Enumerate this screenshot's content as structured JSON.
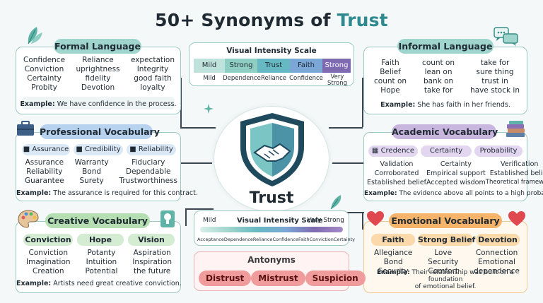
{
  "title": {
    "main": "50+ Synonyms of ",
    "accent": "Trust"
  },
  "center": {
    "word": "Trust"
  },
  "scale_top": {
    "title": "Visual Intensity Scale",
    "segments": [
      "Mild",
      "Strong",
      "Trust",
      "Faith",
      "Strong"
    ],
    "labels": [
      "Mild",
      "Dependence",
      "Reliance",
      "Confidence",
      "Very Strong"
    ]
  },
  "scale_bottom": {
    "title": "Visual Intensity Scale",
    "left": "Mild",
    "right": "Very Strong",
    "labels": [
      "Acceptance",
      "Dependence",
      "Reliance",
      "Confidence",
      "Faith",
      "Conviction",
      "Certainty"
    ]
  },
  "antonyms": {
    "title": "Antonyms",
    "items": [
      "Distrust",
      "Mistrust",
      "Suspicion"
    ]
  },
  "formal": {
    "title": "Formal Language",
    "cols": [
      [
        "Confidence",
        "Conviction",
        "Certainty",
        "Probity"
      ],
      [
        "Reliance",
        "uprightness",
        "fidelity",
        "Devotion"
      ],
      [
        "expectation",
        "Integrity",
        "good faith",
        "loyalty"
      ]
    ],
    "ex_label": "Example:",
    "ex_text": " We have confidence in the process."
  },
  "informal": {
    "title": "Informal Language",
    "cols": [
      [
        "Faith",
        "Belief",
        "count on",
        "Hope"
      ],
      [
        "count on",
        "lean on",
        "bank on",
        "take for"
      ],
      [
        "take for",
        "sure thing",
        "trust in",
        "have stock in"
      ]
    ],
    "ex_label": "Example:",
    "ex_text": " She has faith in her friends."
  },
  "professional": {
    "title": "Professional Vocabulary",
    "pills": [
      "Assurance",
      "Credibility",
      "Reliability"
    ],
    "cols": [
      [
        "Assurance",
        "Reliability",
        "Guarantee"
      ],
      [
        "Warranty",
        "Bond",
        "Surety"
      ],
      [
        "Fiduciary",
        "Dependable",
        "Trustworthiness"
      ]
    ],
    "ex_label": "Example:",
    "ex_text": " The assurance is required for this contract."
  },
  "academic": {
    "title": "Academic Vocabulary",
    "pills": [
      "Credence",
      "Certainty",
      "Probability"
    ],
    "cols": [
      [
        "Validation",
        "Corroborated",
        "Established belief"
      ],
      [
        "Certainty",
        "Empirical support",
        "Accepted wisdom"
      ],
      [
        "Verification",
        "Established belief",
        "Theoretical framework"
      ]
    ],
    "ex_label": "Example:",
    "ex_text": " The evidence above all points to a high probability."
  },
  "creative": {
    "title": "Creative Vocabulary",
    "pills": [
      "Conviction",
      "Hope",
      "Vision"
    ],
    "cols": [
      [
        "Conviction",
        "Imagination",
        "Creation"
      ],
      [
        "Potanty",
        "Intuition",
        "Potential"
      ],
      [
        "Aspiration",
        "Inspiration",
        "the future"
      ]
    ],
    "ex_label": "Example:",
    "ex_text": " Artists need great creative conviction."
  },
  "emotional": {
    "title": "Emotional Vocabulary",
    "pills": [
      "Faith",
      "Strong Belief",
      "Devotion"
    ],
    "cols": [
      [
        "Allegiance",
        "Bond",
        "Security"
      ],
      [
        "Love",
        "Security",
        "Comfort"
      ],
      [
        "Connection",
        "Emotional",
        "dependence"
      ]
    ],
    "ex_label": "Example:",
    "ex_text": " Their relationship was built on a foundation",
    "ex_text2": "of emotional belief."
  },
  "colors": {
    "teal": "#2e8a8e",
    "formal_header": "#9fd5cc",
    "professional_header": "#b7d2ee",
    "academic_header": "#c9b6df",
    "creative_header": "#b5dfb2",
    "emotional_header": "#f6b46a",
    "antonym": "#f19c9c"
  },
  "icons": [
    "leaf-icon",
    "chat-bubbles-icon",
    "briefcase-icon",
    "books-icon",
    "palette-icon",
    "lightbulb-icon",
    "heart-icon",
    "shield-handshake-icon",
    "sparkle-icon"
  ]
}
